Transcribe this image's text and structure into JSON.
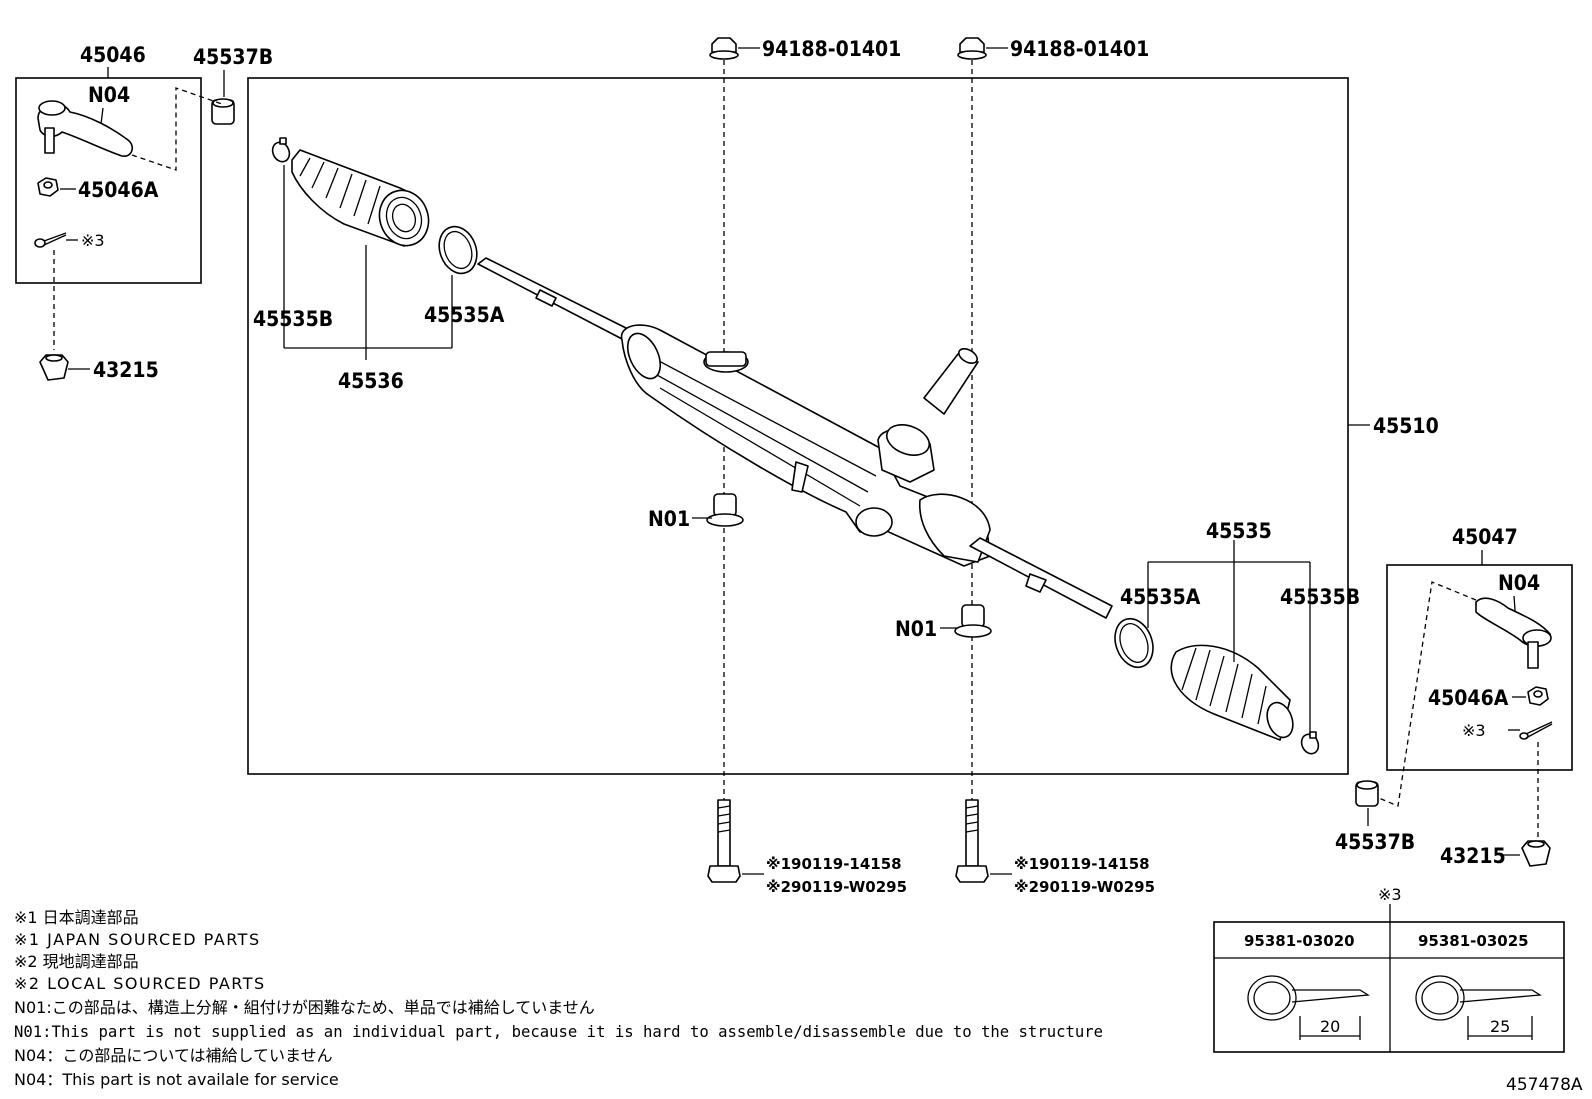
{
  "labels": {
    "p45046": "45046",
    "p45537b_l": "45537B",
    "p45537b_r": "45537B",
    "n04_l": "N04",
    "n04_r": "N04",
    "p45046a_l": "45046A",
    "p45046a_r": "45046A",
    "s3_l": "※3",
    "s3_r": "※3",
    "s3_box": "※3",
    "p43215_l": "43215",
    "p43215_r": "43215",
    "p94188_a": "94188-01401",
    "p94188_b": "94188-01401",
    "p45535b_l": "45535B",
    "p45535a_l": "45535A",
    "p45536": "45536",
    "p45510": "45510",
    "n01_a": "N01",
    "n01_b": "N01",
    "p45535": "45535",
    "p45535a_r": "45535A",
    "p45535b_r": "45535B",
    "p45047": "45047",
    "bolt_a_1": "※190119-14158",
    "bolt_a_2": "※290119-W0295",
    "bolt_b_1": "※190119-14158",
    "bolt_b_2": "※290119-W0295",
    "pin_1": "95381-03020",
    "pin_2": "95381-03025",
    "pin_1_len": "20",
    "pin_2_len": "25",
    "ref_code": "457478A"
  },
  "notes": [
    "※1 日本調達部品",
    "※1 JAPAN SOURCED PARTS",
    "※2 現地調達部品",
    "※2 LOCAL SOURCED PARTS",
    "N01:この部品は、構造上分解・組付けが困難なため、単品では補給していません",
    "N01:This part is not supplied as an individual part, because it is hard to assemble/disassemble due to the structure",
    "N04：この部品については補給していません",
    "N04：This part is not availale for service"
  ]
}
